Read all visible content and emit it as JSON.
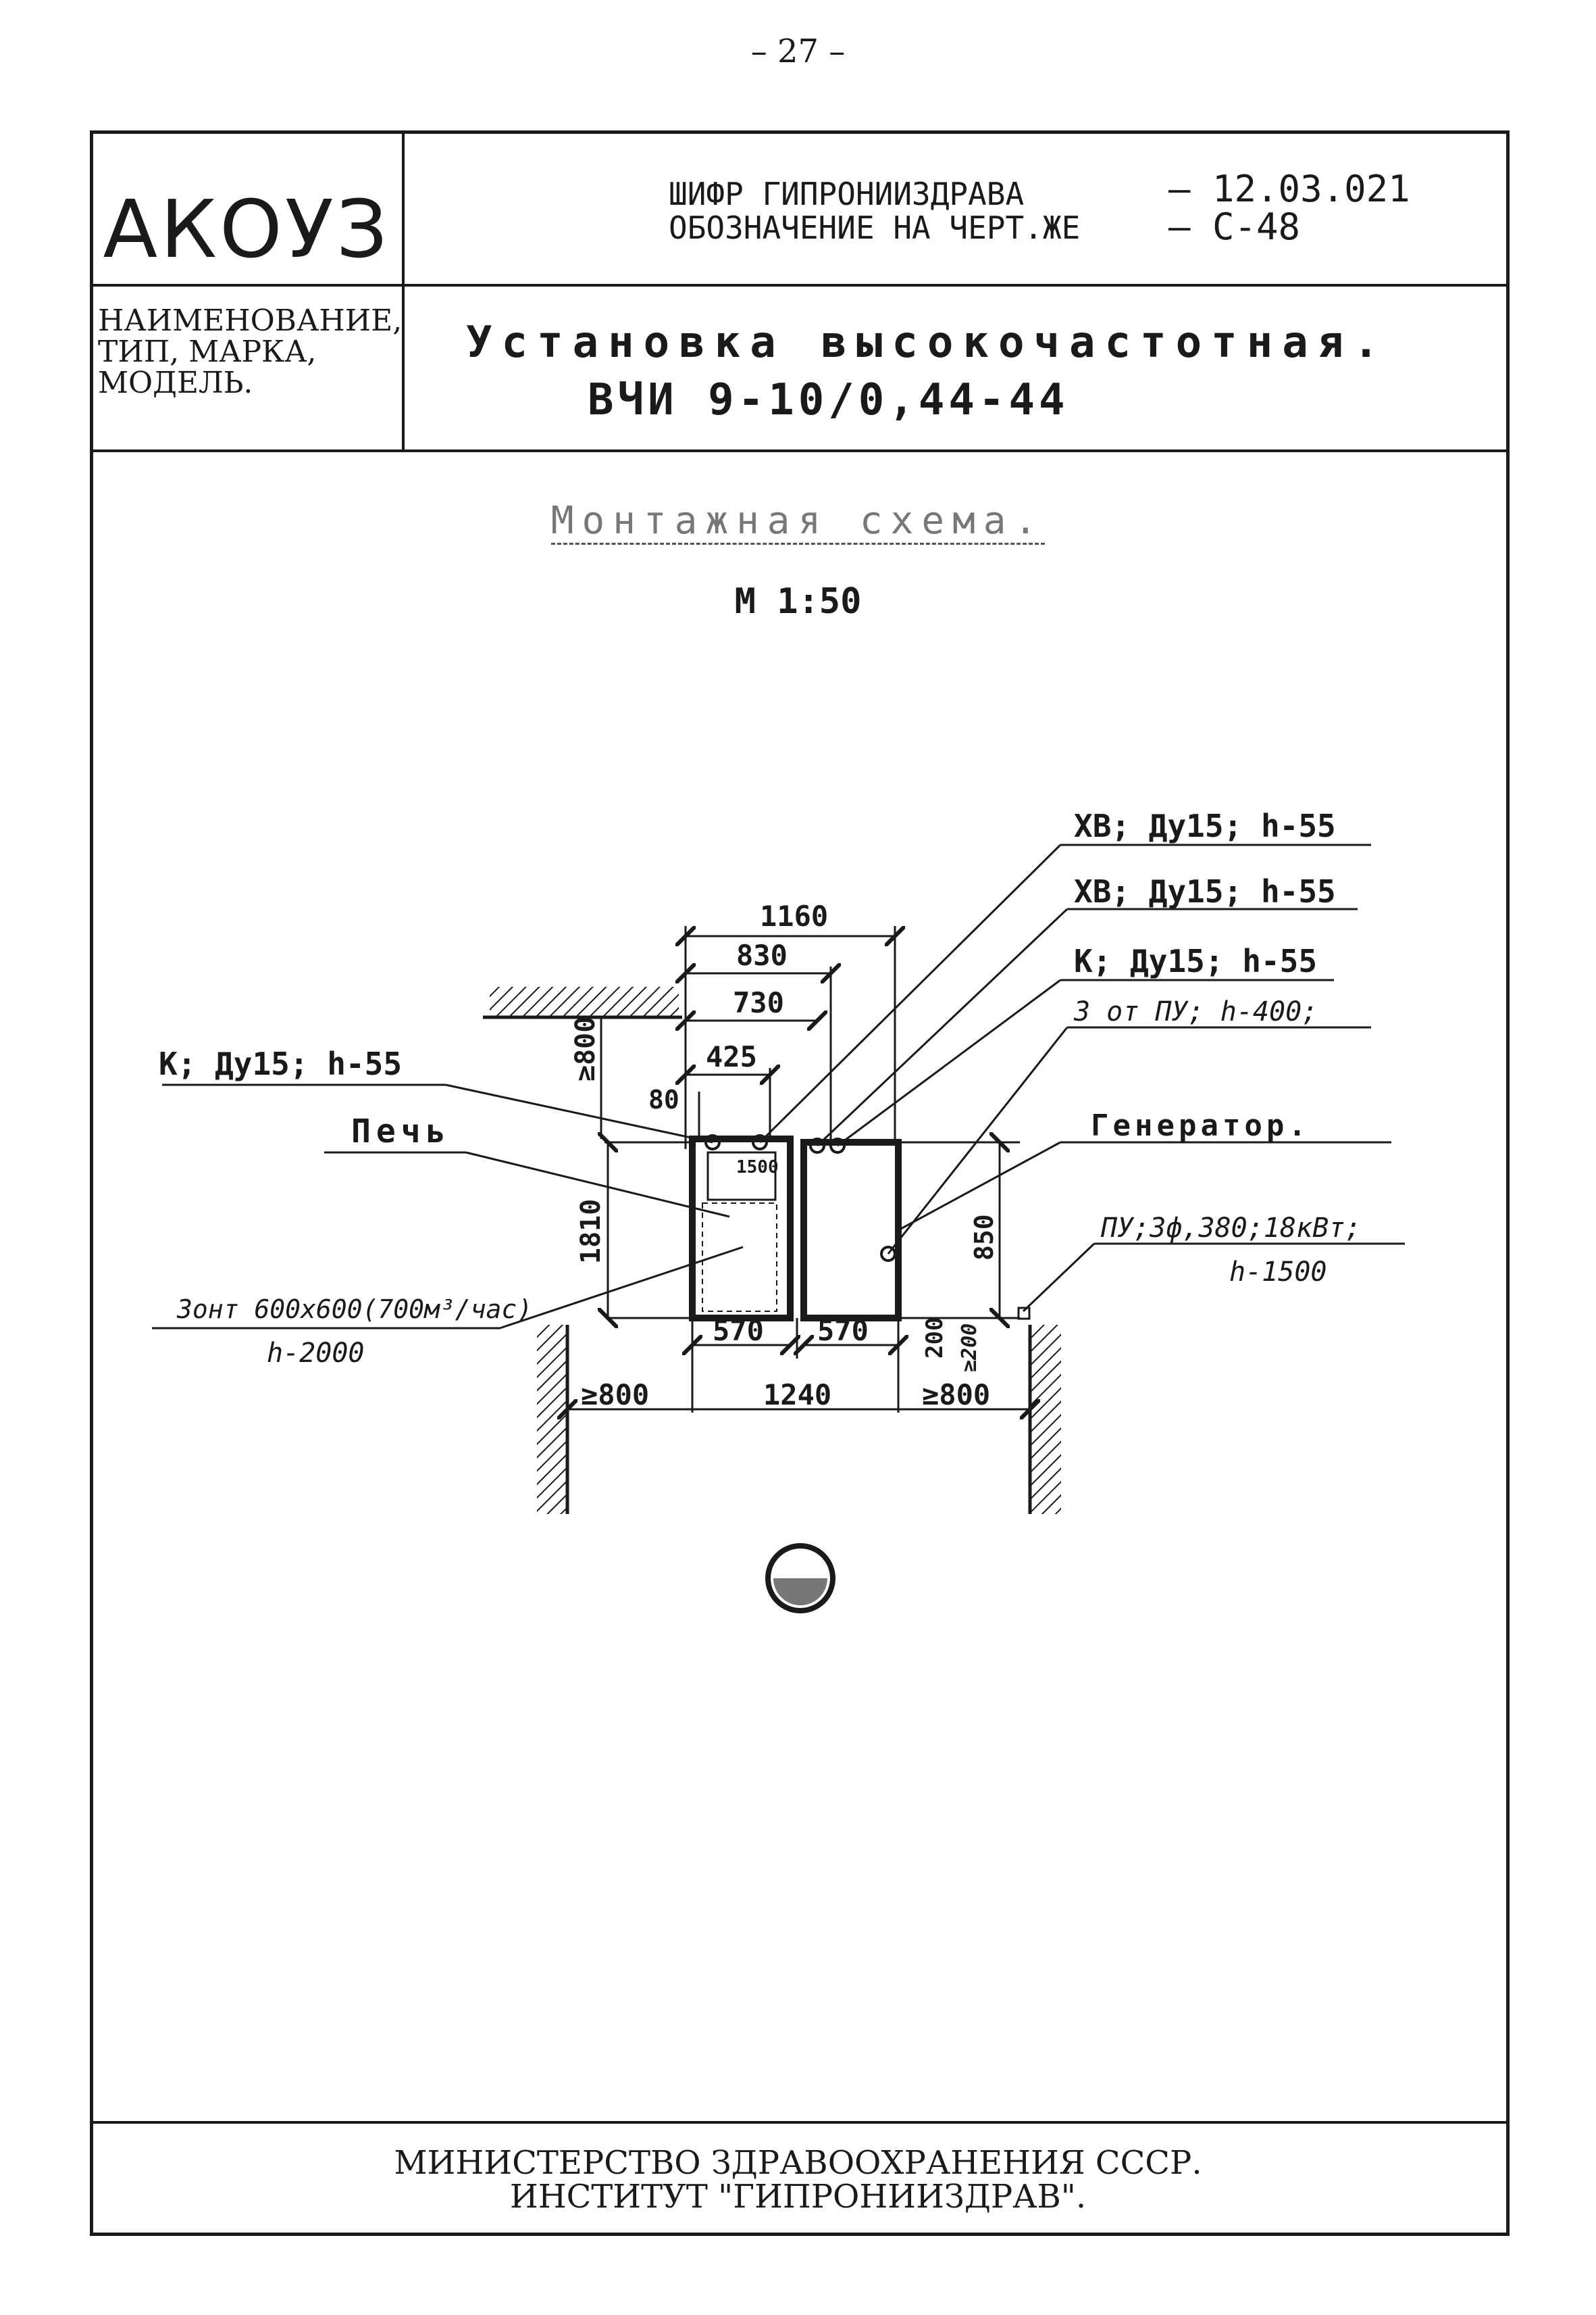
{
  "page_number": "– 27 –",
  "header": {
    "logo": "АКОУЗ",
    "cipher_label": "ШИФР ГИПРОНИИЗДРАВА",
    "cipher_value": "– 12.03.021",
    "designation_label": "ОБОЗНАЧЕНИЕ НА ЧЕРТ.ЖЕ",
    "designation_value": "– С-48"
  },
  "name_block": {
    "label_1": "НАИМЕНОВАНИЕ,",
    "label_2": "ТИП, МАРКА,",
    "label_3": "МОДЕЛЬ.",
    "line_1": "Установка высокочастотная.",
    "line_2": "ВЧИ 9-10/0,44-44"
  },
  "drawing": {
    "title": "Монтажная схема.",
    "scale": "М 1:50",
    "callouts": {
      "xv1": "ХВ; Дy15; h-55",
      "xv2": "ХВ; Дy15; h-55",
      "k_right": "К; Дy15; h-55",
      "electric": "3 от ПУ; h-400;",
      "generator": "Генератор.",
      "pu_1": "ПУ;3ф,380;18кВт;",
      "pu_2": "h-1500",
      "k_left": "К; Дy15; h-55",
      "oven": "Печь",
      "hood_1": "Зонт 600x600(700м³/час)",
      "hood_2": "h-2000"
    },
    "dims": {
      "d1160": "1160",
      "d830": "830",
      "d730": "730",
      "d425": "425",
      "d80": "80",
      "d800_top": "≥800",
      "d1810": "1810",
      "d1500": "1500",
      "d850": "850",
      "d570a": "570",
      "d570b": "570",
      "d200": "200",
      "d200b": "≥200",
      "d800_left": "≥800",
      "d1240": "1240",
      "d800_right": "≥800"
    }
  },
  "footer": {
    "line_1": "МИНИСТЕРСТВО ЗДРАВООХРАНЕНИЯ СССР.",
    "line_2": "ИНСТИТУТ \"ГИПРОНИИЗДРАВ\"."
  }
}
